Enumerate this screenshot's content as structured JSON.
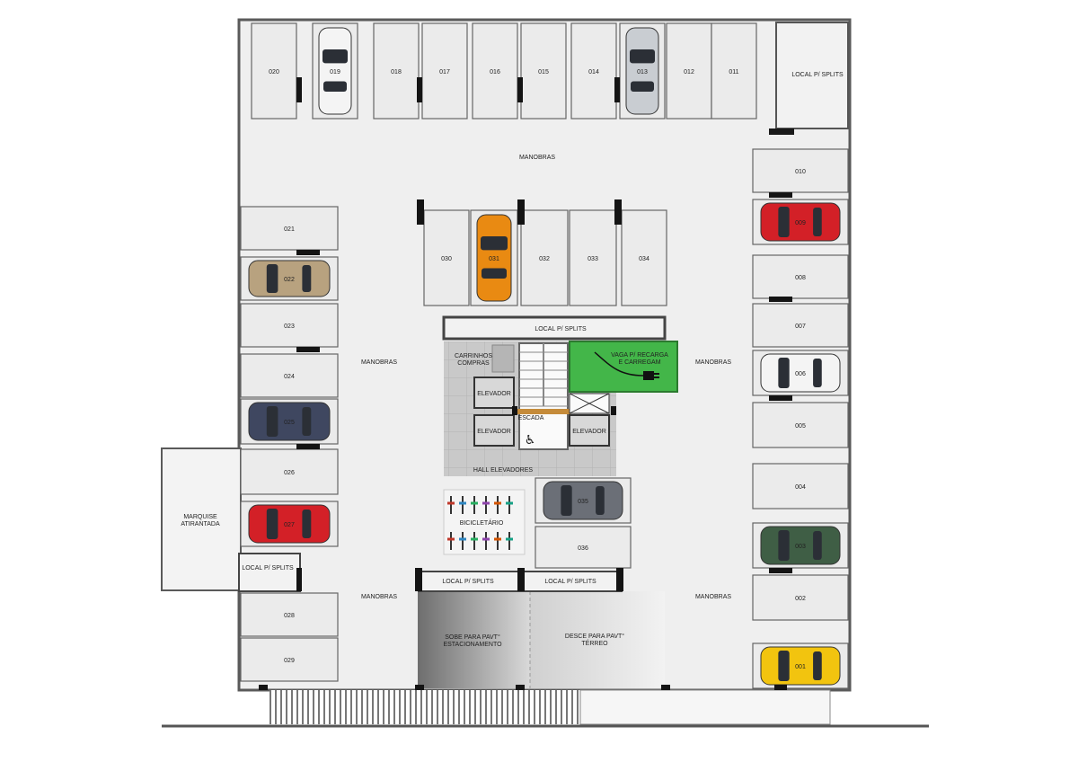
{
  "spaces": {
    "s001": "001",
    "s002": "002",
    "s003": "003",
    "s004": "004",
    "s005": "005",
    "s006": "006",
    "s007": "007",
    "s008": "008",
    "s009": "009",
    "s010": "010",
    "s011": "011",
    "s012": "012",
    "s013": "013",
    "s014": "014",
    "s015": "015",
    "s016": "016",
    "s017": "017",
    "s018": "018",
    "s019": "019",
    "s020": "020",
    "s021": "021",
    "s022": "022",
    "s023": "023",
    "s024": "024",
    "s025": "025",
    "s026": "026",
    "s027": "027",
    "s028": "028",
    "s029": "029",
    "s030": "030",
    "s031": "031",
    "s032": "032",
    "s033": "033",
    "s034": "034",
    "s035": "035",
    "s036": "036"
  },
  "labels": {
    "manobras": "MANOBRAS",
    "local_splits": "LOCAL P/ SPLITS",
    "carrinhos_1": "CARRINHOS",
    "carrinhos_2": "COMPRAS",
    "elevador": "ELEVADOR",
    "escada": "ESCADA",
    "hall": "HALL ELEVADORES",
    "recarga_1": "VAGA P/ RECARGA",
    "recarga_2": "E CARREGAM",
    "bicicletario": "BICICLETÁRIO",
    "marquise_1": "MARQUISE",
    "marquise_2": "ATIRANTADA",
    "sobe_1": "SOBE PARA PAVT°",
    "sobe_2": "ESTACIONAMENTO",
    "desce_1": "DESCE PARA PAVT°",
    "desce_2": "TÉRREO"
  },
  "colors": {
    "floor": "#efefef",
    "space": "#ebebeb",
    "wall": "#5a5a5a",
    "charging": "#43b649",
    "car_red": "#d32027",
    "car_orange": "#e98a12",
    "car_yellow": "#f2c40f",
    "car_beige": "#b8a27f",
    "car_navy": "#3f4760",
    "car_green": "#3f5e45",
    "car_white": "#f4f4f4",
    "car_silver": "#c9cdd2",
    "car_grey": "#6b6f77"
  }
}
